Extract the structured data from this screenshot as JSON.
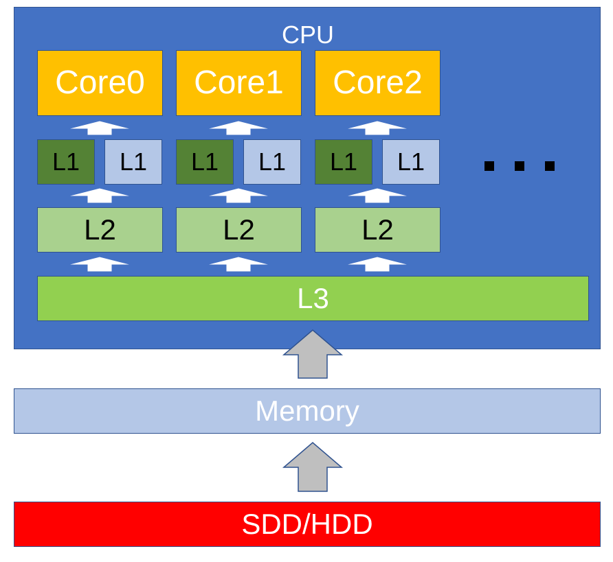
{
  "cpu": {
    "label": "CPU"
  },
  "cores": [
    {
      "core_label": "Core0",
      "l1_data_label": "L1",
      "l1_instr_label": "L1",
      "l2_label": "L2"
    },
    {
      "core_label": "Core1",
      "l1_data_label": "L1",
      "l1_instr_label": "L1",
      "l2_label": "L2"
    },
    {
      "core_label": "Core2",
      "l1_data_label": "L1",
      "l1_instr_label": "L1",
      "l2_label": "L2"
    }
  ],
  "l3": {
    "label": "L3"
  },
  "memory": {
    "label": "Memory"
  },
  "storage": {
    "label": "SDD/HDD"
  },
  "colors": {
    "cpu_fill": "#4472c4",
    "core_fill": "#ffc000",
    "l1_data_fill": "#548235",
    "l1_instr_fill": "#b4c7e7",
    "l2_fill": "#a9d18e",
    "l3_fill": "#92d050",
    "memory_fill": "#b4c7e7",
    "storage_fill": "#ff0000",
    "arrow_fill": "#bfbfbf",
    "small_arrow_fill": "#ffffff"
  }
}
